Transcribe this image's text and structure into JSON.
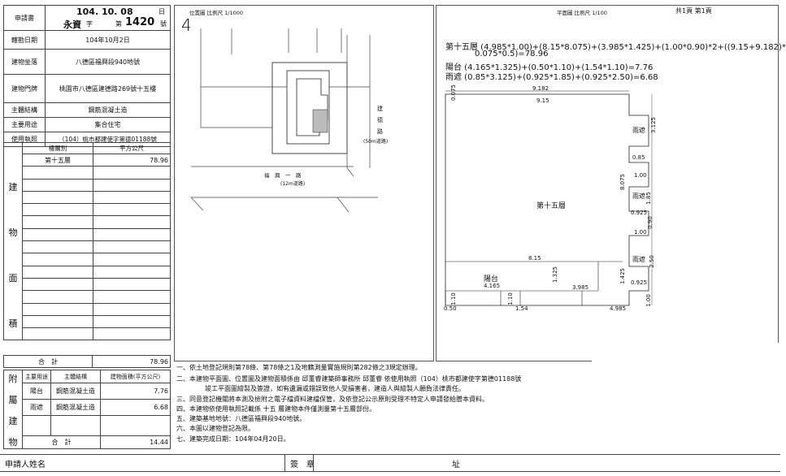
{
  "header": {
    "apply_no_label": "申請書",
    "date_num": "104. 10. 08",
    "day_label": "日",
    "office": "永資",
    "char_label": "字",
    "di_label": "第",
    "number": "1420",
    "hao_label": "號"
  },
  "info": [
    {
      "key": "轄勘日期",
      "value": "104年10月2日"
    },
    {
      "key": "建物坐落",
      "value": "八德區福興段940地號"
    },
    {
      "key": "建物門牌",
      "value": "桃園市八德區建德路269號十五樓"
    },
    {
      "key": "主體結構",
      "value": "鋼筋混凝土造"
    },
    {
      "key": "主要用途",
      "value": "集合住宅"
    },
    {
      "key": "使用執照",
      "value": "（104）桃市都建使字第德01188號"
    }
  ],
  "area_table": {
    "col1": "樓層別",
    "col2": "平方公尺",
    "side": [
      "建",
      "物",
      "面",
      "積"
    ],
    "rows": [
      {
        "floor": "第十五層",
        "area": "78.96"
      }
    ],
    "total_label": "合　計",
    "total": "78.96"
  },
  "attached": {
    "side": [
      "附",
      "屬",
      "建",
      "物"
    ],
    "headers": [
      "主要用途",
      "主體結構",
      "建物面積(平方公尺)"
    ],
    "rows": [
      {
        "use": "陽台",
        "struct": "鋼筋混凝土造",
        "area": "7.76"
      },
      {
        "use": "雨遮",
        "struct": "鋼筋混凝土造",
        "area": "6.68"
      }
    ],
    "total_label": "合　計",
    "total": "14.44"
  },
  "site_plan": {
    "title": "位置圖 比例尺 1/1000",
    "north": "4",
    "road1": "建　德　路",
    "road1_width": "(50m道路)",
    "road2": "福　興　一　路",
    "road2_width": "(12m道路)"
  },
  "floor_plan": {
    "title": "平面圖 比例尺 1/100",
    "pages": "共1頁 第1頁",
    "floor_label": "第十五層",
    "balcony": "陽台",
    "canopy": "雨遮",
    "dims": {
      "top": "9.182",
      "top2": "9.15",
      "left": "0.075",
      "mid": "8.15",
      "b1": "4.165",
      "b2": "3.985",
      "b3": "1.54",
      "b4": "4.985",
      "b5": "0.50",
      "r1": "0.85",
      "r2": "1.00",
      "r3": "8.075",
      "r4": "1.85",
      "r5": "0.925",
      "r6": "1.00",
      "r7": "0.90",
      "r8": "3.125",
      "r9": "2.50",
      "r10": "0.925",
      "r11": "1.425",
      "r12": "1.325",
      "r13": "1.10",
      "r14": "1.00"
    }
  },
  "formulas": [
    "第十五層 (4.985*1.00)+(8.15*8.075)+(3.985*1.425)+(1.00*0.90)*2+((9.15+9.182)*",
    "0.075*0.5)=78.96",
    "陽台 (4.165*1.325)+(0.50*1.10)+(1.54*1.10)=7.76",
    "雨遮 (0.85*3.125)+(0.925*1.85)+(0.925*2.50)=6.68"
  ],
  "notes": [
    "一、依土地登記規則第78條、第78條之1及地籍測量實施規則第282條之3規定辦理。",
    "二、本建物平面圖、位置圖及建物面積係由 邱董睿建築師事務所 邱董睿 依使用執照（104）桃市都建使字第德01188號",
    "竣工平面圖繪製及簽證，如有遺漏或錯誤致他人受損害者，建造人與繪製人願負法律責任。",
    "三、同意登記機關將本測及檢附之電子檔資料建檔保管，及依登記公示原則受理不特定人申請發給謄本資料。",
    "四、本建物依使用執照記載係 十五 層建物本件僅測量第十五層部份。",
    "五、建築基地地號：八德區福興段940地號。",
    "六、本圖以建物登記為限。",
    "七、建築完成日期：104年04月20日。"
  ],
  "footer": {
    "applicant": "申請人姓名",
    "seal": "簽　章",
    "address": "址"
  }
}
